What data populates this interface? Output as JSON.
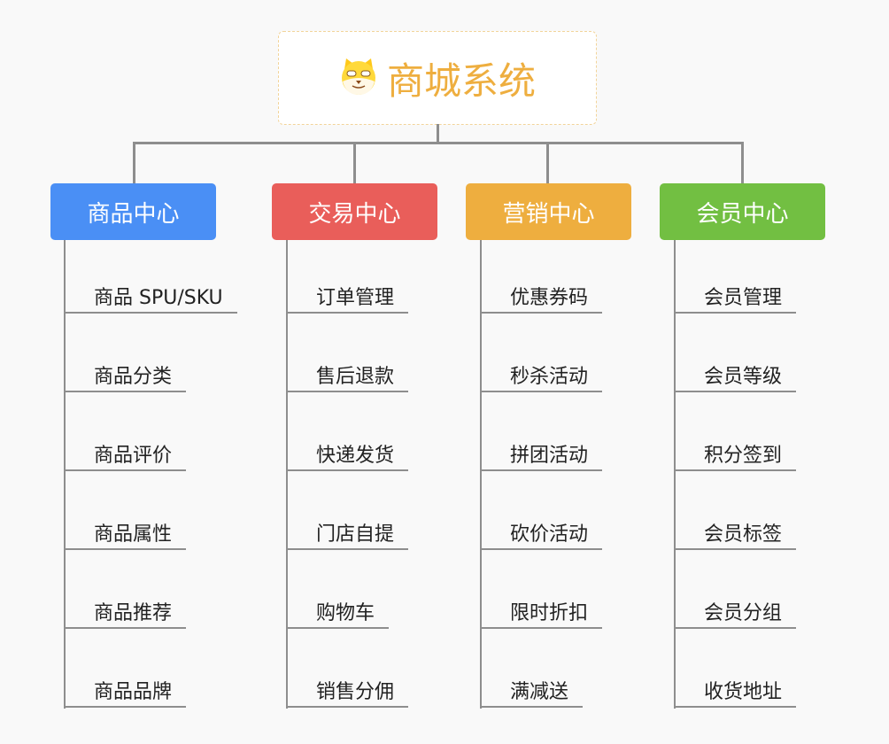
{
  "root": {
    "title": "商城系统",
    "icon": "shiba-dog-logo-icon"
  },
  "columns": [
    {
      "title": "商品中心",
      "color": "#4a8ff5",
      "items": [
        "商品 SPU/SKU",
        "商品分类",
        "商品评价",
        "商品属性",
        "商品推荐",
        "商品品牌"
      ]
    },
    {
      "title": "交易中心",
      "color": "#e95e5a",
      "items": [
        "订单管理",
        "售后退款",
        "快递发货",
        "门店自提",
        "购物车",
        "销售分佣"
      ]
    },
    {
      "title": "营销中心",
      "color": "#eeae3f",
      "items": [
        "优惠券码",
        "秒杀活动",
        "拼团活动",
        "砍价活动",
        "限时折扣",
        "满减送"
      ]
    },
    {
      "title": "会员中心",
      "color": "#72bf42",
      "items": [
        "会员管理",
        "会员等级",
        "积分签到",
        "会员标签",
        "会员分组",
        "收货地址"
      ]
    }
  ]
}
